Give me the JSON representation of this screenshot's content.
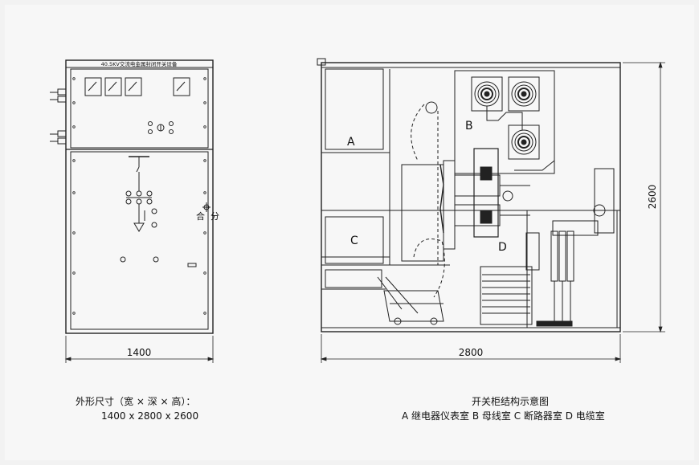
{
  "front_view": {
    "nameplate": "40.5KV交流电金属封闭开关设备",
    "switch_label_close": "合",
    "switch_label_open": "分",
    "width_dim": "1400"
  },
  "side_view": {
    "depth_dim": "2800",
    "height_dim": "2600",
    "compartments": {
      "a": "A",
      "b": "B",
      "c": "C",
      "d": "D"
    }
  },
  "captions": {
    "dims_title": "外形尺寸（宽 × 深 × 高）：",
    "dims_value": "1400 x 2800 x 2600",
    "structure_title": "开关柜结构示意图",
    "structure_legend": "A 继电器仪表室  B 母线室  C 断路器室  D 电缆室"
  }
}
